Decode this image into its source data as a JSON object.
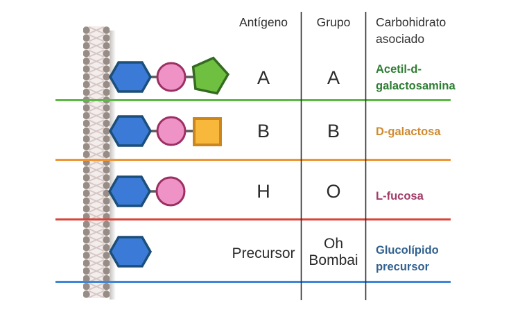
{
  "diagram_type": "blood-group-antigen-table",
  "columns": {
    "antigen_header": "Antígeno",
    "group_header": "Grupo",
    "carbohydrate_header_lines": [
      "Carbohidrato",
      "asociado"
    ]
  },
  "rows": [
    {
      "antigen": "A",
      "group_lines": [
        "A"
      ],
      "carbohydrate_lines": [
        "Acetil-d-",
        "galactosamina"
      ],
      "carbohydrate_color": "#2e7d33",
      "divider_color": "#5cb946",
      "glycan": [
        "blue-hexagon",
        "pink-circle",
        "green-pentagon"
      ]
    },
    {
      "antigen": "B",
      "group_lines": [
        "B"
      ],
      "carbohydrate_lines": [
        "D-galactosa"
      ],
      "carbohydrate_color": "#cf8a2e",
      "divider_color": "#ef9537",
      "glycan": [
        "blue-hexagon",
        "pink-circle",
        "orange-square"
      ]
    },
    {
      "antigen": "H",
      "group_lines": [
        "O"
      ],
      "carbohydrate_lines": [
        "L-fucosa"
      ],
      "carbohydrate_color": "#a23b68",
      "divider_color": "#d8453c",
      "glycan": [
        "blue-hexagon",
        "pink-circle"
      ]
    },
    {
      "antigen": "Precursor",
      "group_lines": [
        "Oh",
        "Bombai"
      ],
      "carbohydrate_lines": [
        "Glucolípido",
        "precursor"
      ],
      "carbohydrate_color": "#31608f",
      "divider_color": "#3d86d8",
      "glycan": [
        "blue-hexagon"
      ]
    }
  ],
  "glycan_shapes": {
    "blue_hexagon": {
      "fill": "#3b7ad6",
      "stroke": "#1b4e79"
    },
    "pink_circle": {
      "fill": "#ef93c6",
      "stroke": "#9c2f63"
    },
    "green_pentagon": {
      "fill": "#6fc040",
      "stroke": "#356b21"
    },
    "orange_square": {
      "fill": "#f7b83c",
      "stroke": "#cd861d"
    },
    "connector_color": "#5a5a5a"
  },
  "membrane": {
    "head_color": "#988d86",
    "body_color": "#f3edec",
    "tail_color": "#d5c6c4"
  },
  "separator_color": "#2f2f2f"
}
